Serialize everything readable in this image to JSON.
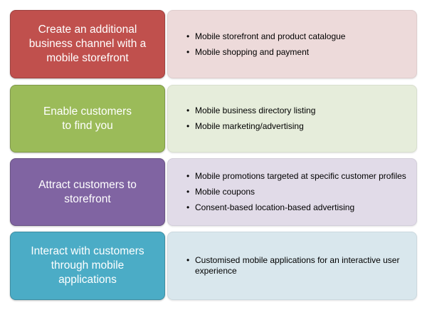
{
  "rows": [
    {
      "title": "Create an additional\nbusiness channel with a\nmobile storefront",
      "color": "#c0504d",
      "panel_color": "#eddada",
      "bullets": [
        "Mobile storefront and product catalogue",
        "Mobile shopping and payment"
      ]
    },
    {
      "title": "Enable customers\nto find you",
      "color": "#9bbb59",
      "panel_color": "#e6eddb",
      "bullets": [
        "Mobile business directory listing",
        "Mobile marketing/advertising"
      ]
    },
    {
      "title": "Attract customers to\nstorefront",
      "color": "#8064a2",
      "panel_color": "#e1dbe8",
      "bullets": [
        "Mobile promotions targeted at specific customer profiles",
        "Mobile coupons",
        "Consent-based location-based advertising"
      ]
    },
    {
      "title": "Interact with customers\nthrough mobile\napplications",
      "color": "#4bacc6",
      "panel_color": "#d9e7ed",
      "bullets": [
        "Customised mobile applications for an interactive user experience"
      ]
    }
  ]
}
